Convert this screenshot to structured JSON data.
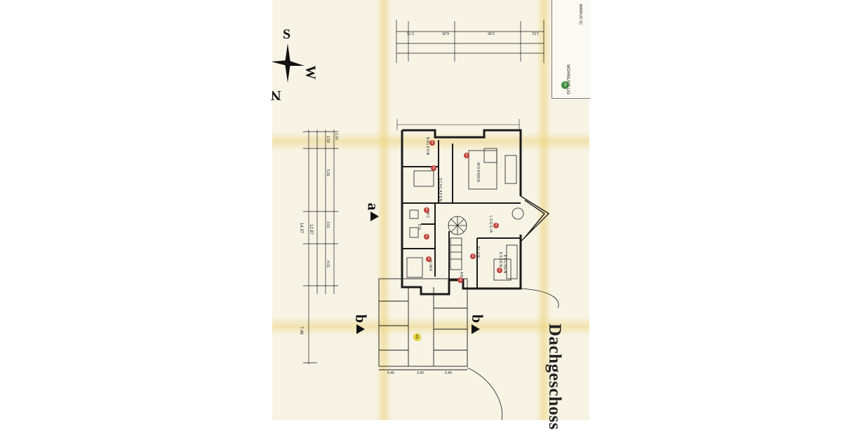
{
  "floor_title": "Dachgeschoss",
  "title_block": {
    "unit_label": "WOHNUNG UG",
    "owner_label": "MARKUS SC",
    "badge": "3"
  },
  "compass": {
    "south": "S",
    "west": "W",
    "north": "N"
  },
  "section_marks": {
    "a": "a",
    "b_left": "b",
    "b_right": "b"
  },
  "rooms": [
    {
      "label": "BALKON",
      "num": "3"
    },
    {
      "label": "SCHLAFEN",
      "num": "3"
    },
    {
      "label": "WOHNEN",
      "num": "3"
    },
    {
      "label": "WC",
      "num": "3"
    },
    {
      "label": "DU",
      "num": "3"
    },
    {
      "label": "LOGGIA",
      "num": "3"
    },
    {
      "label": "FLUR",
      "num": "3"
    },
    {
      "label": "KIND",
      "num": "3"
    },
    {
      "label": "ESSEN",
      "num": "3"
    },
    {
      "label": "KÜCHEN",
      "num": "3"
    },
    {
      "label": "ABST.",
      "num": "3"
    }
  ],
  "stair_number": "2",
  "dimensions": {
    "overall": "14.37",
    "second": "12.87",
    "lower": "7.46",
    "segments": [
      "1.50",
      "5.91",
      "3.01",
      "4.01",
      "1.00"
    ],
    "top_chain": [
      "2.76",
      "4.25",
      "3.95",
      "1.51"
    ],
    "bottom_chain": [
      "5.40",
      "3.40",
      "5.40"
    ]
  },
  "colors": {
    "paper": "#f7f4e6",
    "ink": "#1a1a1a",
    "fold": "#eed682",
    "room_circle": "#c0413a",
    "stair_circle": "#e4cf3a",
    "badge": "#3a8a3a"
  }
}
